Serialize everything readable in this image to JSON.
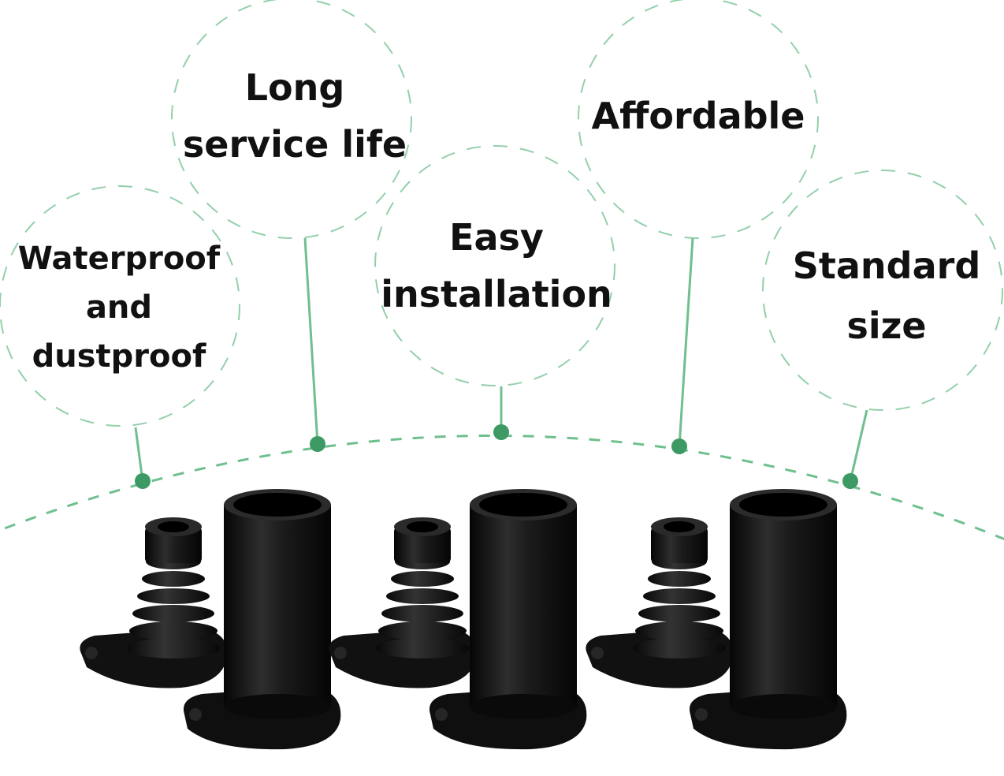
{
  "colors": {
    "accent": "#6fbf8f",
    "accent_dark": "#3d9a64",
    "text": "#111111",
    "product": "#151515"
  },
  "features": [
    {
      "label": "Waterproof\nand\ndustproof"
    },
    {
      "label": "Long\nservice life"
    },
    {
      "label": "Easy\ninstallation"
    },
    {
      "label": "Affordable"
    },
    {
      "label": "Standard\nsize"
    }
  ],
  "products": {
    "sets": 3,
    "items_per_set": [
      "bellows connector",
      "cylinder sleeve"
    ]
  }
}
